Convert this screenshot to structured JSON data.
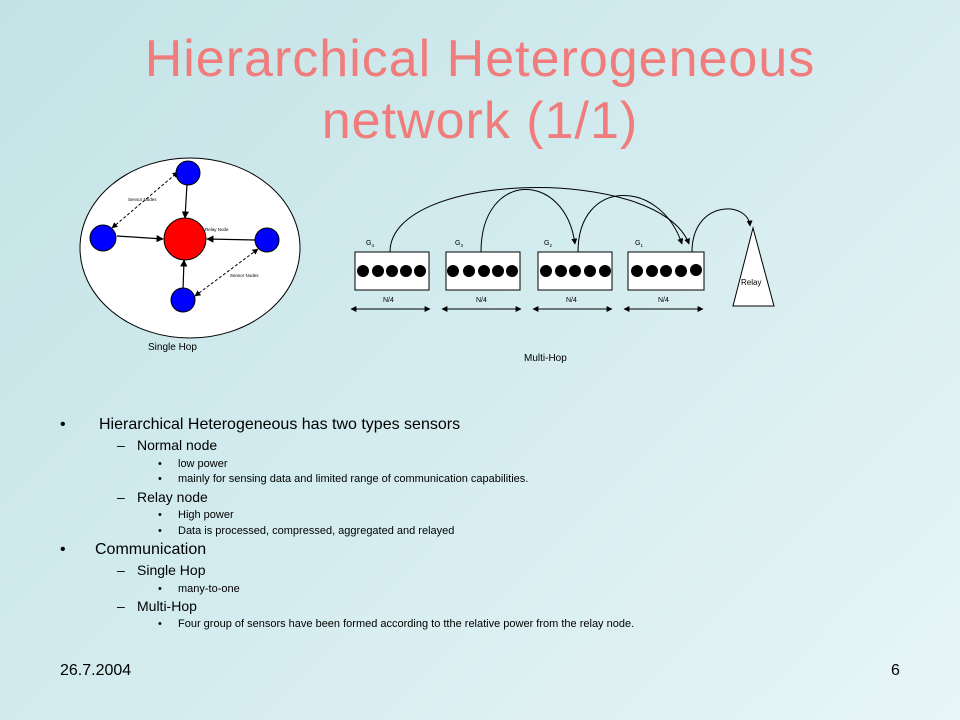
{
  "slide": {
    "title_line1": "Hierarchical Heterogeneous",
    "title_line2": "network (1/1)",
    "date": "26.7.2004",
    "page_number": "6"
  },
  "single_hop": {
    "caption": "Single Hop",
    "label_sensor_nodes": "Sensor Nodes",
    "label_relay_node": "Relay Node",
    "label_sensor_nodes_2": "Sensor Nodes",
    "colors": {
      "relay": "#ff0000",
      "sensor": "#0000ff",
      "circle": "#ffffff"
    }
  },
  "multi_hop": {
    "caption": "Multi-Hop",
    "relay_label": "Relay",
    "groups": [
      {
        "label": "G",
        "sub": "4",
        "size_label": "N/4"
      },
      {
        "label": "G",
        "sub": "3",
        "size_label": "N/4"
      },
      {
        "label": "G",
        "sub": "2",
        "size_label": "N/4"
      },
      {
        "label": "G",
        "sub": "1",
        "size_label": "N/4"
      }
    ]
  },
  "bullets": {
    "b1": "Hierarchical Heterogeneous has two types sensors",
    "b1_normal": "Normal node",
    "b1_normal_1": "low power",
    "b1_normal_2": "mainly for sensing data and limited range of communication capabilities.",
    "b1_relay": "Relay node",
    "b1_relay_1": "High power",
    "b1_relay_2": "Data is processed, compressed, aggregated and relayed",
    "b2": "Communication",
    "b2_single": "Single Hop",
    "b2_single_1": "many-to-one",
    "b2_multi": "Multi-Hop",
    "b2_multi_1": "Four group of sensors have been formed according to tthe relative power from the relay node."
  },
  "glyphs": {
    "bullet": "•",
    "dash": "–"
  }
}
